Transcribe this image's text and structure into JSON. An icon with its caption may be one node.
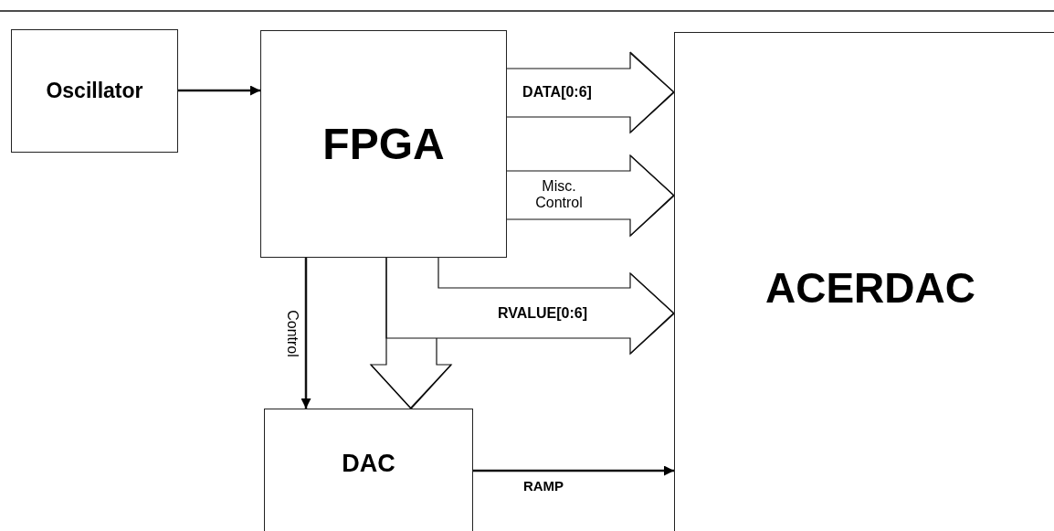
{
  "diagram": {
    "nodes": [
      {
        "text": [
          "Oscillator"
        ]
      },
      {
        "text": [
          "FPGA"
        ]
      },
      {
        "text": [
          "ACERDAC"
        ]
      },
      {
        "text": [
          "DAC"
        ]
      }
    ],
    "edges": [
      {
        "from": 0,
        "to": 1,
        "arrow": "to"
      },
      {
        "from": 1,
        "to": 2,
        "arrow": "to",
        "label": "DATA[0:6]"
      },
      {
        "from": 1,
        "to": 2,
        "arrow": "to",
        "label": "Misc. Control"
      },
      {
        "from": 1,
        "to": 2,
        "arrow": "to",
        "label": "RVALUE[0:6]"
      },
      {
        "from": 1,
        "to": 3,
        "arrow": "to"
      },
      {
        "from": 1,
        "to": 3,
        "arrow": "to",
        "label": "Control"
      },
      {
        "from": 3,
        "to": 2,
        "arrow": "to",
        "label": "RAMP"
      }
    ]
  }
}
